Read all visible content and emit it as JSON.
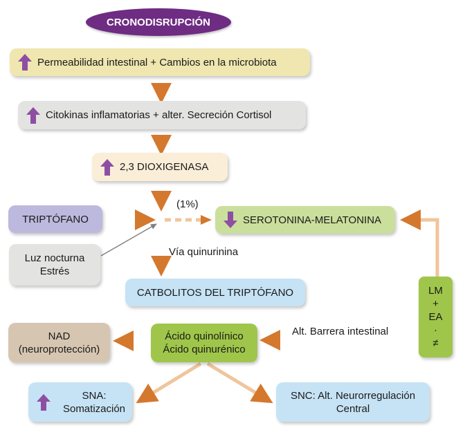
{
  "title": "CRONODISRUPCIÓN",
  "nodes": {
    "permeabilidad": "Permeabilidad intestinal + Cambios en la microbiota",
    "citokinas": "Citokinas inflamatorias + alter. Secreción Cortisol",
    "dioxigenasa": "2,3 DIOXIGENASA",
    "triptofano": "TRIPTÓFANO",
    "serotonina": "SEROTONINA-MELATONINA",
    "luz": "Luz nocturna\nEstrés",
    "catabolitos": "CATBOLITOS DEL TRIPTÓFANO",
    "lm": "LM\n+\nEA\n·\n≠",
    "nad": "NAD\n(neuroprotección)",
    "acido": "Ácido quinolínico\nÁcido quinurénico",
    "sna": "SNA:\nSomatización",
    "snc": "SNC: Alt. Neurorregulación\nCentral"
  },
  "labels": {
    "porcentaje": "(1%)",
    "via": "Vía quinurinina",
    "barrera": "Alt. Barrera intestinal"
  },
  "colors": {
    "title_purple": "#6e2c83",
    "arrow_orange": "#d4782e",
    "up_arrow_purple": "#8e4fa3",
    "box_yellow": "#efe6b0",
    "box_gray": "#e3e3e1",
    "box_peach": "#fbeed8",
    "box_lavender": "#bdb8dd",
    "box_green": "#cadf9c",
    "box_lightblue": "#c6e3f5",
    "box_lime": "#9fc64a",
    "box_tan": "#d6c6b1"
  }
}
